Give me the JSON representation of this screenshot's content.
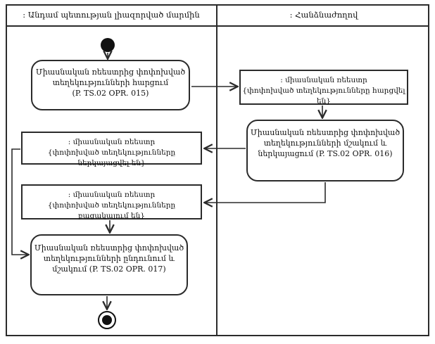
{
  "swimlanes": {
    "left_label": ": Անդամ պետության լիազորված մարմին",
    "right_label": ": Հանձնաժողով"
  },
  "nodes": {
    "activity_015": {
      "label": "Միասնական ռեեստրից փոփոխված\nտեղեկությունների հարցում\n(P. TS.02 OPR. 015)"
    },
    "object_queried": {
      "label": ": միասնական ռեեստր\n{փոփոխված տեղեկությունները հարցվել են}"
    },
    "activity_016": {
      "label": "Միասնական ռեեստրից փոփոխված\nտեղեկությունների մշակում և\nներկայացում (P. TS.02 OPR. 016)"
    },
    "object_presented": {
      "label": ": միասնական ռեեստր\n{փոփոխված տեղեկությունները ներկայացվել են}"
    },
    "object_absent": {
      "label": ": միասնական ռեեստր\n{փոփոխված տեղեկությունները բացակայում են}"
    },
    "activity_017": {
      "label": "Միասնական ռեեստրից փոփոխված\nտեղեկությունների ընդունում և\nմշակում (P. TS.02 OPR. 017)"
    }
  },
  "colors": {
    "line": "#2b2b2b",
    "text": "#111111",
    "background": "#ffffff"
  }
}
